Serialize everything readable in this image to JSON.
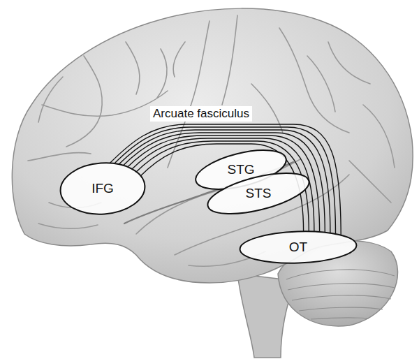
{
  "diagram": {
    "nodes": [
      {
        "text": [
          "IFG"
        ]
      },
      {
        "text": [
          "STG"
        ]
      },
      {
        "text": [
          "STS"
        ]
      },
      {
        "text": [
          "OT"
        ]
      }
    ],
    "edges": [
      {
        "from": 0,
        "to": 3,
        "arrow": "none",
        "label": "Arcuate fasciculus"
      }
    ]
  }
}
